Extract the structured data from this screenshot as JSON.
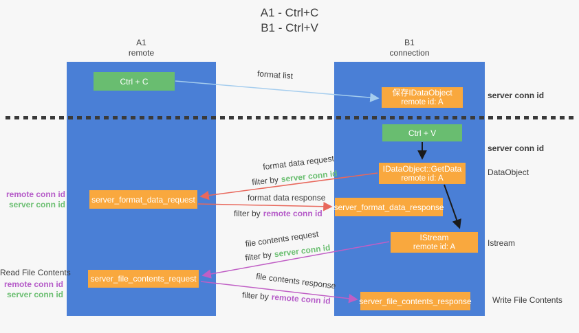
{
  "title": {
    "line1": "A1 - Ctrl+C",
    "line2": "B1 - Ctrl+V"
  },
  "columns": {
    "a": {
      "name": "A1",
      "subtitle": "remote"
    },
    "b": {
      "name": "B1",
      "subtitle": "connection"
    }
  },
  "nodes": {
    "ctrl_c": {
      "label": "Ctrl + C"
    },
    "ctrl_v": {
      "label": "Ctrl + V"
    },
    "save_dataobject": {
      "line1": "保存IDataObject",
      "line2": "remote id: A"
    },
    "getdata": {
      "line1": "IDataObject::GetData",
      "line2": "remote id: A"
    },
    "istream": {
      "line1": "IStream",
      "line2": "remote id: A"
    },
    "format_request": {
      "label": "server_format_data_request"
    },
    "format_response": {
      "label": "server_format_data_response"
    },
    "file_request": {
      "label": "server_file_contents_request"
    },
    "file_response": {
      "label": "server_file_contents_response"
    }
  },
  "arrow_labels": {
    "format_list": "format list",
    "format_data_request": "format data request",
    "format_data_response": "format data response",
    "file_contents_request": "file contents request",
    "file_contents_response": "file contents response",
    "filter_by": "filter by"
  },
  "side_labels": {
    "server_conn_id": "server conn id",
    "remote_conn_id": "remote conn id",
    "dataobject": "DataObject",
    "istream": "Istream",
    "read_file_contents": "Read File Contents",
    "write_file_contents": "Write File Contents"
  },
  "colors": {
    "background": "#f7f7f7",
    "lane_blue": "#4a7fd6",
    "node_green": "#69bd70",
    "node_orange": "#f9a83e",
    "arrow_blue": "#a5cdee",
    "arrow_red": "#e8685c",
    "arrow_magenta": "#c05fc5",
    "arrow_black": "#1a1a1a",
    "label_green": "#6cbf72",
    "label_purple": "#b55bc8"
  }
}
